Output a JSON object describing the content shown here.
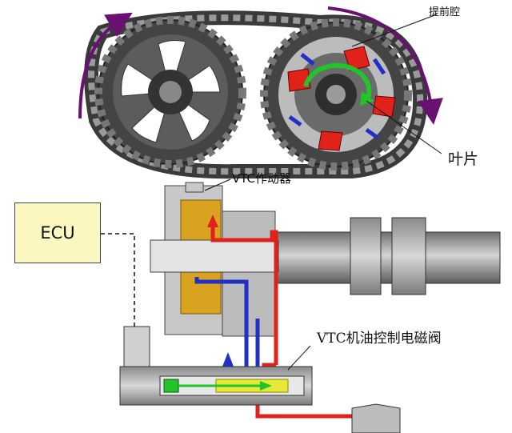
{
  "labels": {
    "advance_chamber": "提前腔",
    "vane": "叶片",
    "vtc_actuator": "VTC作动器",
    "ecu": "ECU",
    "oil_control_valve": "VTC机油控制电磁阀"
  },
  "colors": {
    "oil_supply": "#e0221a",
    "oil_return": "#1f2fc8",
    "rotation_arrow": "#6a1070",
    "vane_arrow": "#22c42a",
    "ecu_fill": "#fcf7c0",
    "housing_gold": "#d9a31f"
  }
}
